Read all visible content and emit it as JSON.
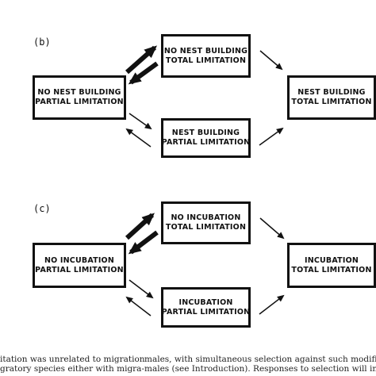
{
  "diagrams": [
    {
      "label": "(b)",
      "left_box": [
        "NO NEST BUILDING",
        "PARTIAL LIMITATION"
      ],
      "top_box": [
        "NO NEST BUILDING",
        "TOTAL LIMITATION"
      ],
      "bottom_box": [
        "NEST BUILDING",
        "PARTIAL LIMITATION"
      ],
      "right_box": [
        "NEST BUILDING",
        "TOTAL LIMITATION"
      ]
    },
    {
      "label": "(c)",
      "left_box": [
        "NO INCUBATION",
        "PARTIAL LIMITATION"
      ],
      "top_box": [
        "NO INCUBATION",
        "TOTAL LIMITATION"
      ],
      "bottom_box": [
        "INCUBATION",
        "PARTIAL LIMITATION"
      ],
      "right_box": [
        "INCUBATION",
        "TOTAL LIMITATION"
      ]
    }
  ],
  "caption": {
    "left_lines": [
      "itation was unrelated to migration",
      "gratory species either with migra-"
    ],
    "right_lines": [
      "males, with simultaneous selection against such modifiers in",
      "males (see Introduction). Responses to selection will in thi"
    ]
  }
}
